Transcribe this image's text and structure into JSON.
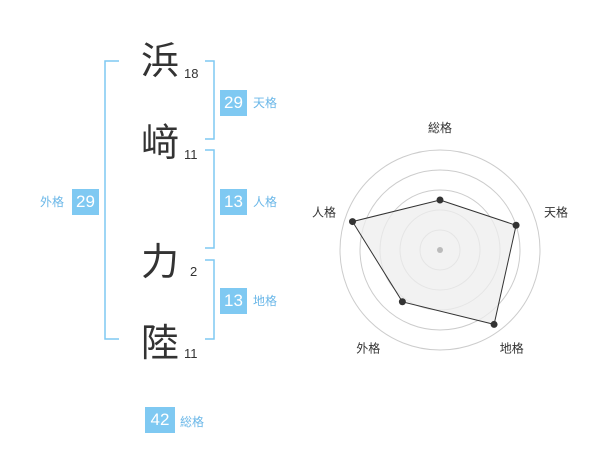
{
  "name": {
    "chars": [
      {
        "char": "浜",
        "strokes": "18"
      },
      {
        "char": "﨑",
        "strokes": "11"
      },
      {
        "char": "力",
        "strokes": "2"
      },
      {
        "char": "陸",
        "strokes": "11"
      }
    ]
  },
  "fortunes": {
    "tenkaku": {
      "value": "29",
      "label": "天格"
    },
    "jinkaku": {
      "value": "13",
      "label": "人格"
    },
    "chikaku": {
      "value": "13",
      "label": "地格"
    },
    "gaikaku": {
      "value": "29",
      "label": "外格"
    },
    "soukaku": {
      "value": "42",
      "label": "総格"
    }
  },
  "colors": {
    "accent": "#7fc9f2",
    "bracket": "#7fc9f2",
    "label": "#6ab7e8",
    "text": "#333333",
    "radar_fill": "#eeeeee",
    "radar_line": "#333333",
    "ring": "#cccccc"
  },
  "chart_data": {
    "type": "radar",
    "axes": [
      "総格",
      "天格",
      "地格",
      "外格",
      "人格"
    ],
    "range": [
      0,
      5
    ],
    "rings": 5,
    "series": [
      {
        "values": [
          2.5,
          4,
          4.6,
          3.2,
          4.6
        ]
      }
    ]
  }
}
